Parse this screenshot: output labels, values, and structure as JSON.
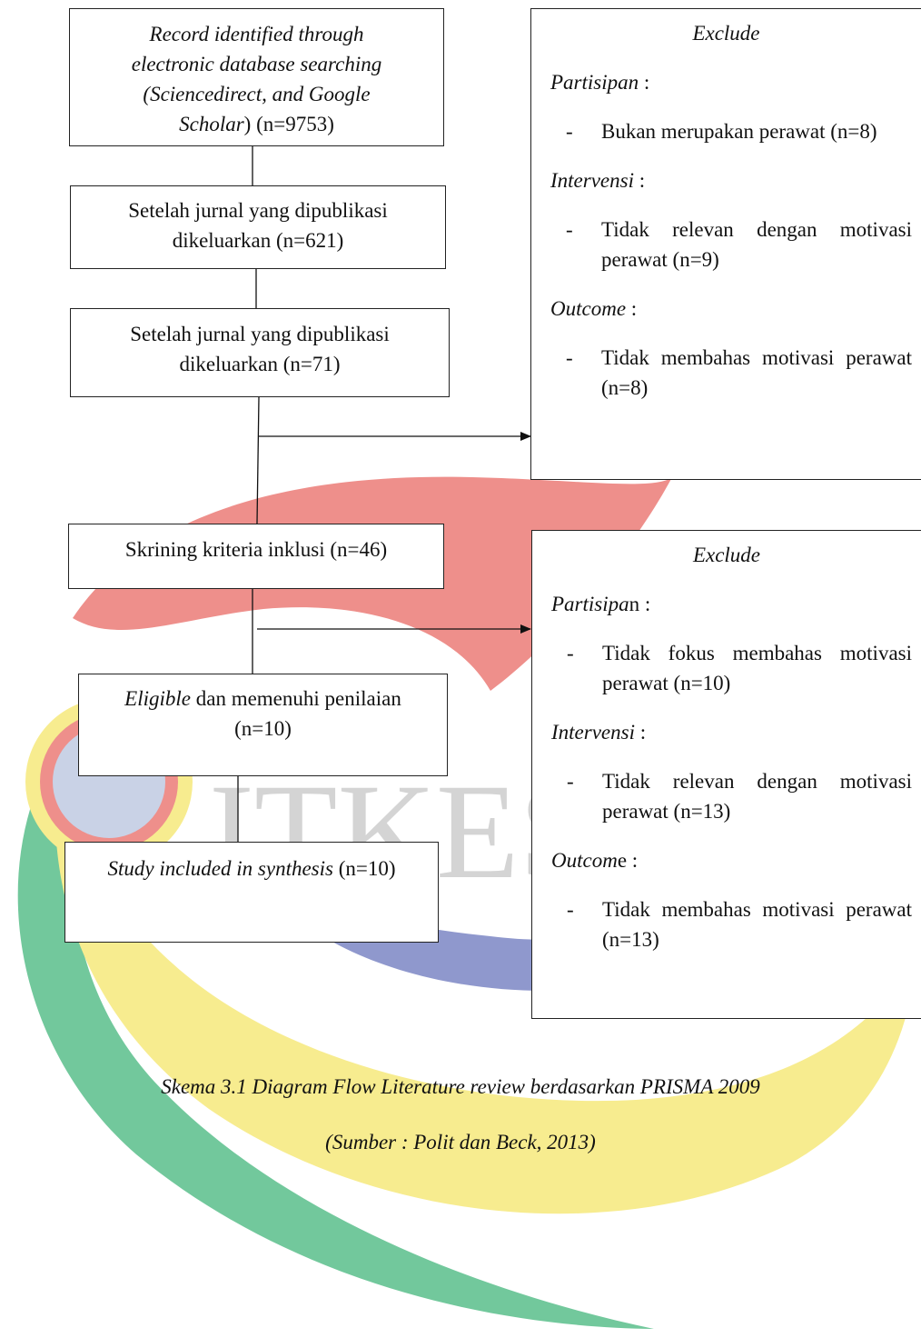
{
  "flow": {
    "box1": {
      "line1": "Record identified through",
      "line2": "electronic database searching",
      "line3": "(Sciencedirect, and Google",
      "line4_italic": "Scholar",
      "line4_rest": ") (n=9753)"
    },
    "box2": {
      "line1": "Setelah jurnal yang dipublikasi",
      "line2": "dikeluarkan (n=621)"
    },
    "box3": {
      "line1": "Setelah jurnal yang dipublikasi",
      "line2": "dikeluarkan (n=71)"
    },
    "box4": {
      "line1": "Skrining kriteria inklusi (n=46)"
    },
    "box5": {
      "line1_italic": "Eligible",
      "line1_rest": " dan memenuhi penilaian",
      "line2": "(n=10)"
    },
    "box6": {
      "line1_italic": "Study included in synthesis",
      "line1_rest": " (n=10)"
    }
  },
  "exclude1": {
    "title": "Exclude",
    "participant_label": "Partisipan",
    "participant_suffix": " :",
    "participant_item": "Bukan merupakan perawat (n=8)",
    "intervention_label": "Intervensi",
    "intervention_suffix": " :",
    "intervention_item": "Tidak relevan dengan motivasi perawat (n=9)",
    "outcome_label": "Outcome",
    "outcome_suffix": " :",
    "outcome_item": "Tidak membahas motivasi perawat (n=8)",
    "dash": "-"
  },
  "exclude2": {
    "title": "Exclude",
    "participant_label": "Partisipa",
    "participant_suffix": "n :",
    "participant_item": "Tidak fokus membahas motivasi perawat (n=10)",
    "intervention_label": "Intervensi",
    "intervention_suffix": " :",
    "intervention_item": "Tidak relevan dengan motivasi perawat (n=13)",
    "outcome_label": "Outcom",
    "outcome_suffix": "e :",
    "outcome_item": "Tidak membahas motivasi perawat (n=13)",
    "dash": "-"
  },
  "caption": {
    "title": "Skema 3.1 Diagram Flow Literature review berdasarkan PRISMA 2009",
    "source": "(Sumber : Polit dan Beck, 2013)"
  },
  "watermark": {
    "text": "ITKES",
    "colors": {
      "red": "#ee8f8b",
      "green": "#72c89c",
      "yellow": "#f7ec8f",
      "blue": "#8f98cd",
      "grey": "#d9d9d9"
    }
  }
}
